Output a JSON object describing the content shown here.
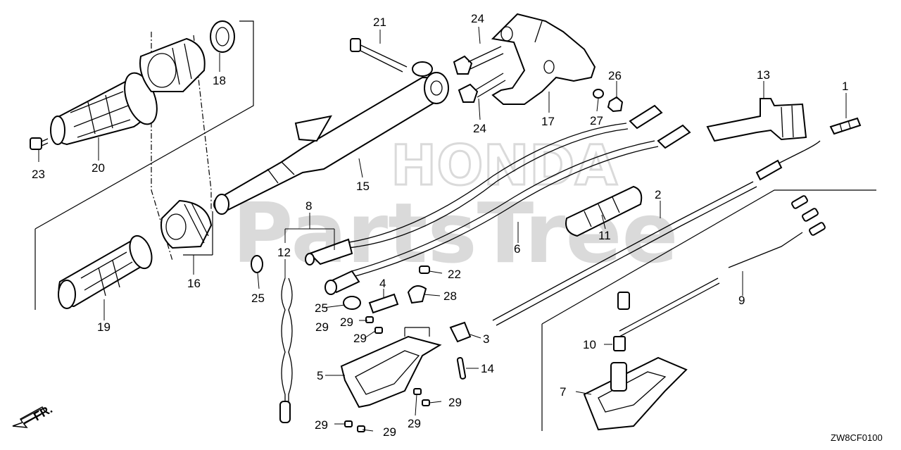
{
  "watermark": {
    "brand": "HONDA",
    "site": "PartsTree"
  },
  "diagram_code": "ZW8CF0100",
  "direction_label": "FR.",
  "callouts": [
    "1",
    "2",
    "3",
    "4",
    "5",
    "6",
    "7",
    "8",
    "9",
    "10",
    "11",
    "12",
    "13",
    "14",
    "15",
    "16",
    "17",
    "18",
    "19",
    "20",
    "21",
    "22",
    "23",
    "24",
    "24",
    "25",
    "25",
    "26",
    "27",
    "28",
    "29",
    "29",
    "29",
    "29",
    "29",
    "29",
    "29"
  ],
  "icons": {
    "front_arrow": "arrow-down-left-icon"
  }
}
